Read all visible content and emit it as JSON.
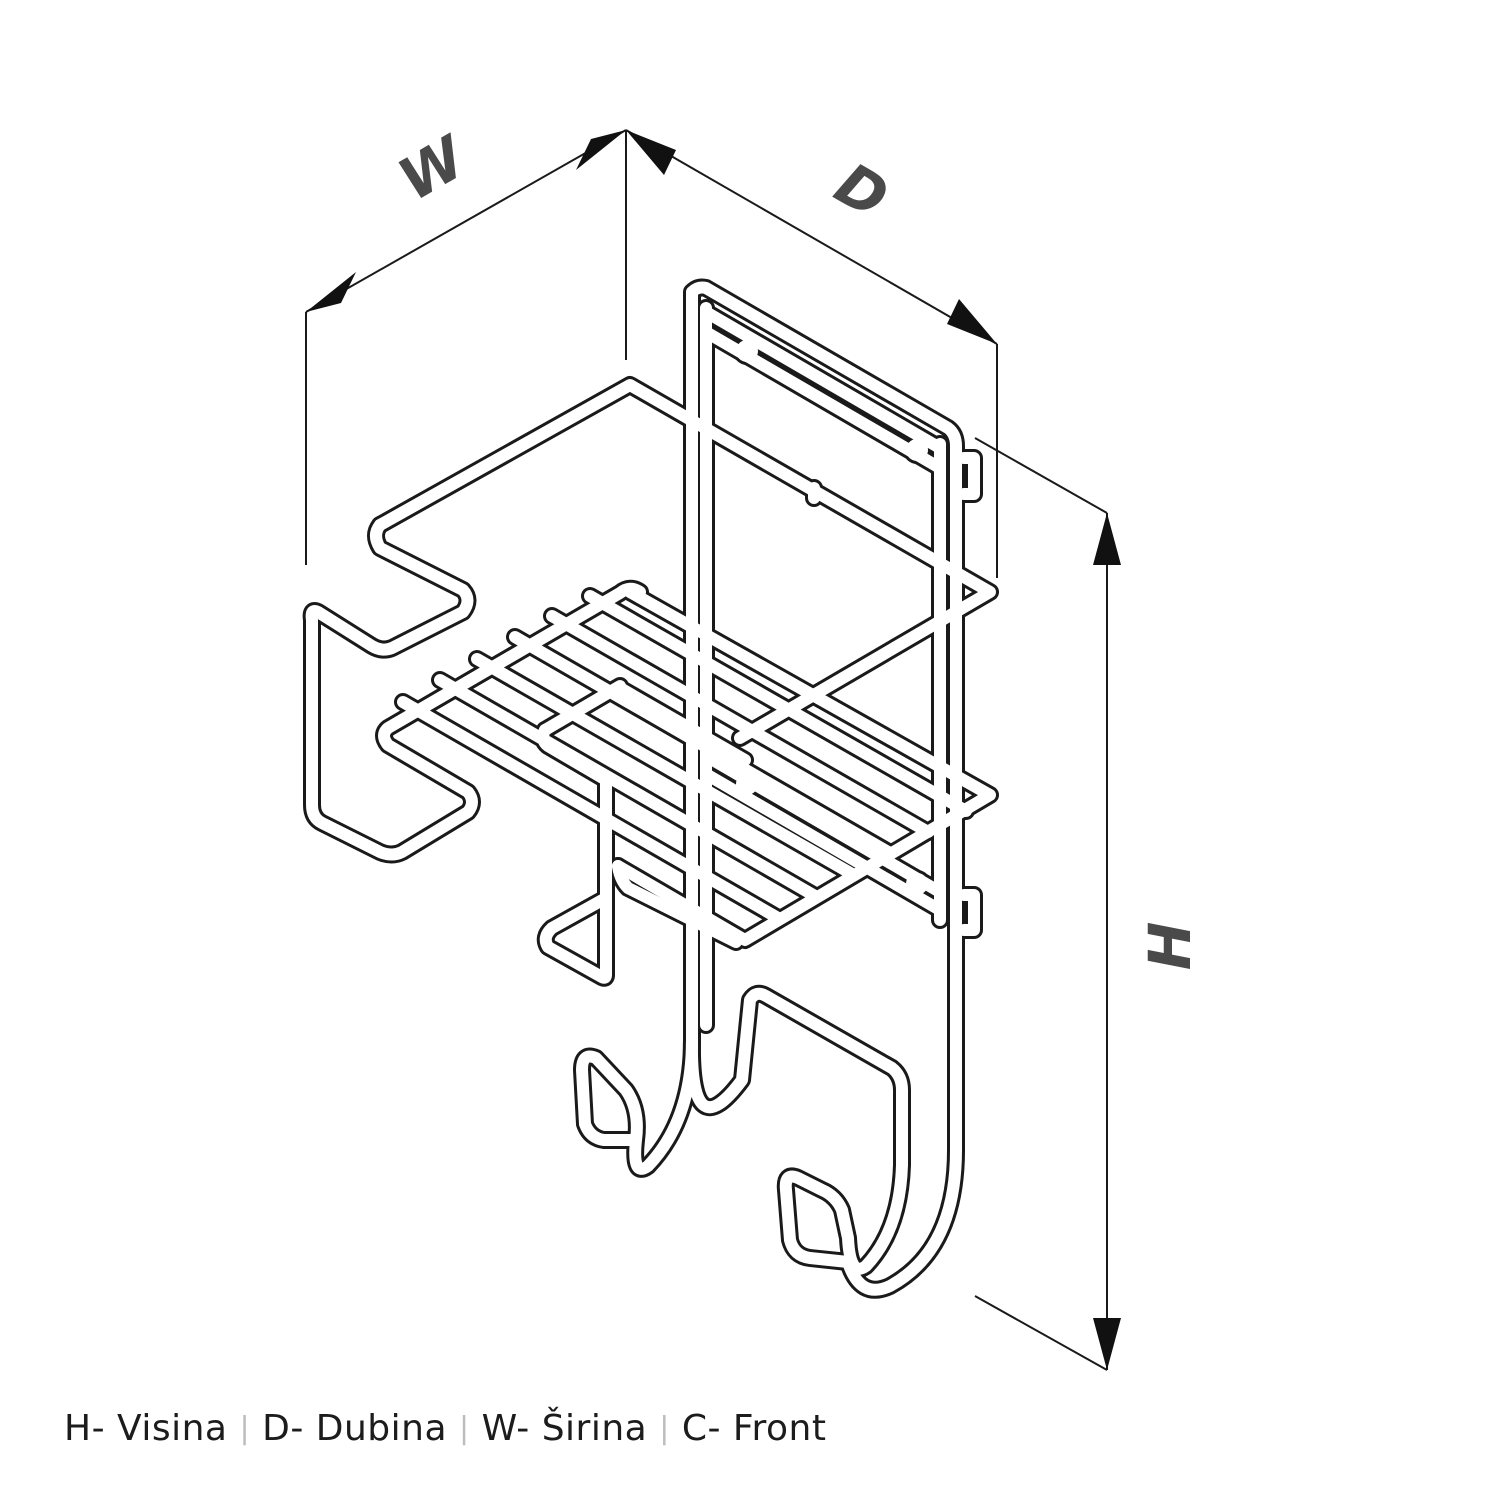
{
  "dimensions": {
    "w_label": "W",
    "d_label": "D",
    "h_label": "H"
  },
  "legend": {
    "items": [
      "H- Visina",
      "D- Dubina",
      "W- Širina",
      "C- Front"
    ]
  },
  "colors": {
    "line": "#1a1a1a",
    "label": "#4a4a4a",
    "separator": "#bdbdbd"
  }
}
